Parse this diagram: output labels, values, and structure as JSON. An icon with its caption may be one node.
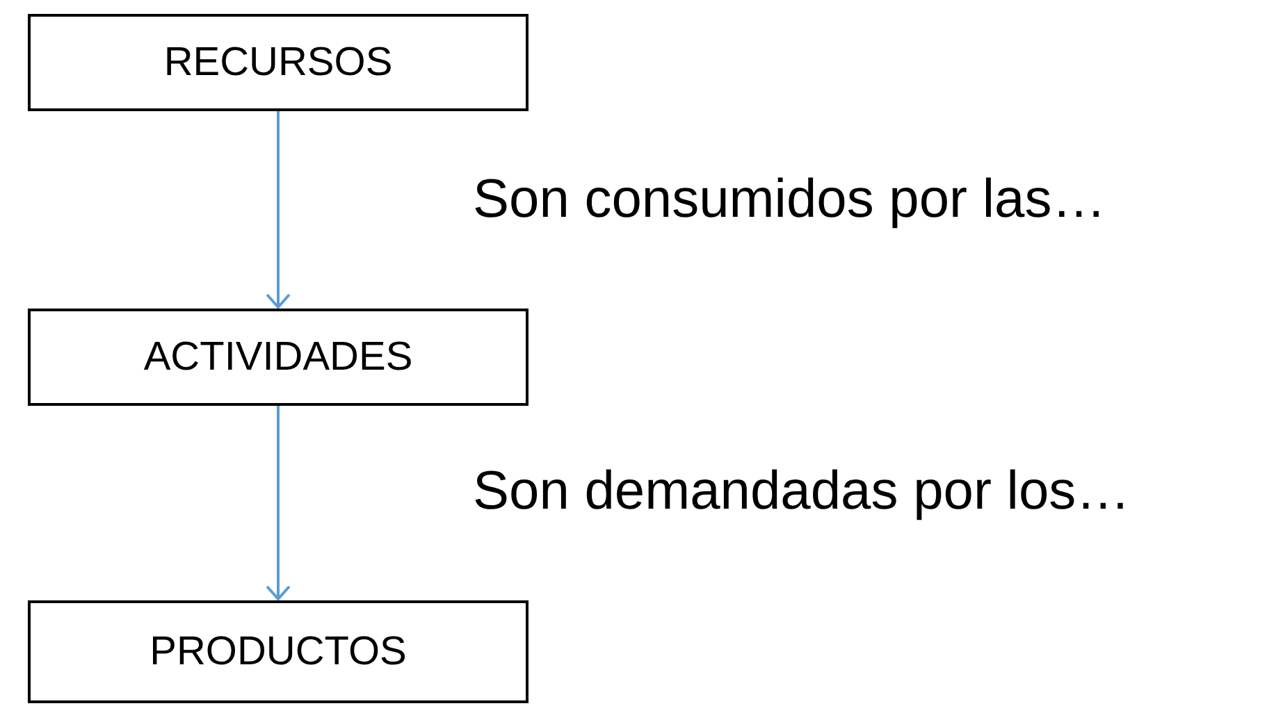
{
  "diagram": {
    "nodes": [
      {
        "text": [
          "RECURSOS"
        ]
      },
      {
        "text": [
          "ACTIVIDADES"
        ]
      },
      {
        "text": [
          "PRODUCTOS"
        ]
      }
    ],
    "edges": [
      {
        "from": 0,
        "to": 1,
        "arrow": "to",
        "label": "Son consumidos por las…"
      },
      {
        "from": 1,
        "to": 2,
        "arrow": "to",
        "label": "Son demandadas por los…"
      }
    ]
  }
}
